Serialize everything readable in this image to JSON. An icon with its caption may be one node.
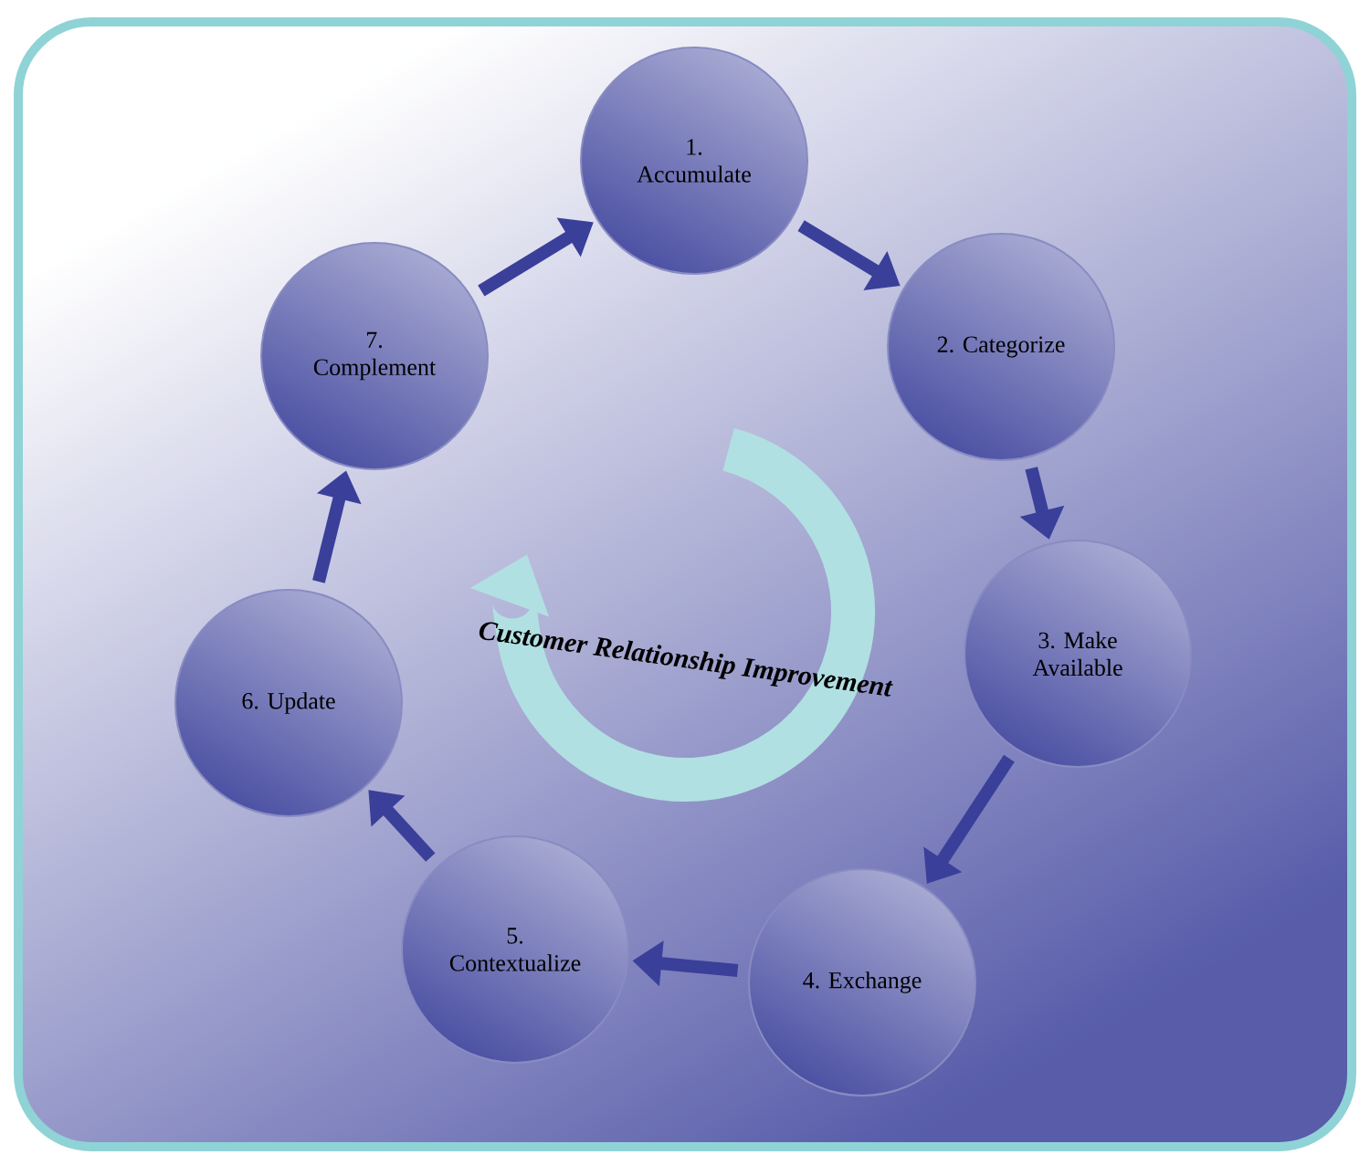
{
  "diagram": {
    "nodes": [
      {
        "text": [
          "1. Accumulate"
        ]
      },
      {
        "text": [
          "2. Categorize"
        ]
      },
      {
        "text": [
          "3. Make Available"
        ]
      },
      {
        "text": [
          "4. Exchange"
        ]
      },
      {
        "text": [
          "5. Contextualize"
        ]
      },
      {
        "text": [
          "6. Update"
        ]
      },
      {
        "text": [
          "7. Complement"
        ]
      }
    ],
    "edges": [
      {
        "from": 0,
        "to": 1,
        "arrow": "to"
      },
      {
        "from": 1,
        "to": 2,
        "arrow": "to"
      },
      {
        "from": 2,
        "to": 3,
        "arrow": "to"
      },
      {
        "from": 3,
        "to": 4,
        "arrow": "to"
      },
      {
        "from": 4,
        "to": 5,
        "arrow": "to"
      },
      {
        "from": 5,
        "to": 6,
        "arrow": "to"
      },
      {
        "from": 6,
        "to": 0,
        "arrow": "to"
      }
    ],
    "labels": [
      "Customer Relationship Improvement"
    ]
  }
}
